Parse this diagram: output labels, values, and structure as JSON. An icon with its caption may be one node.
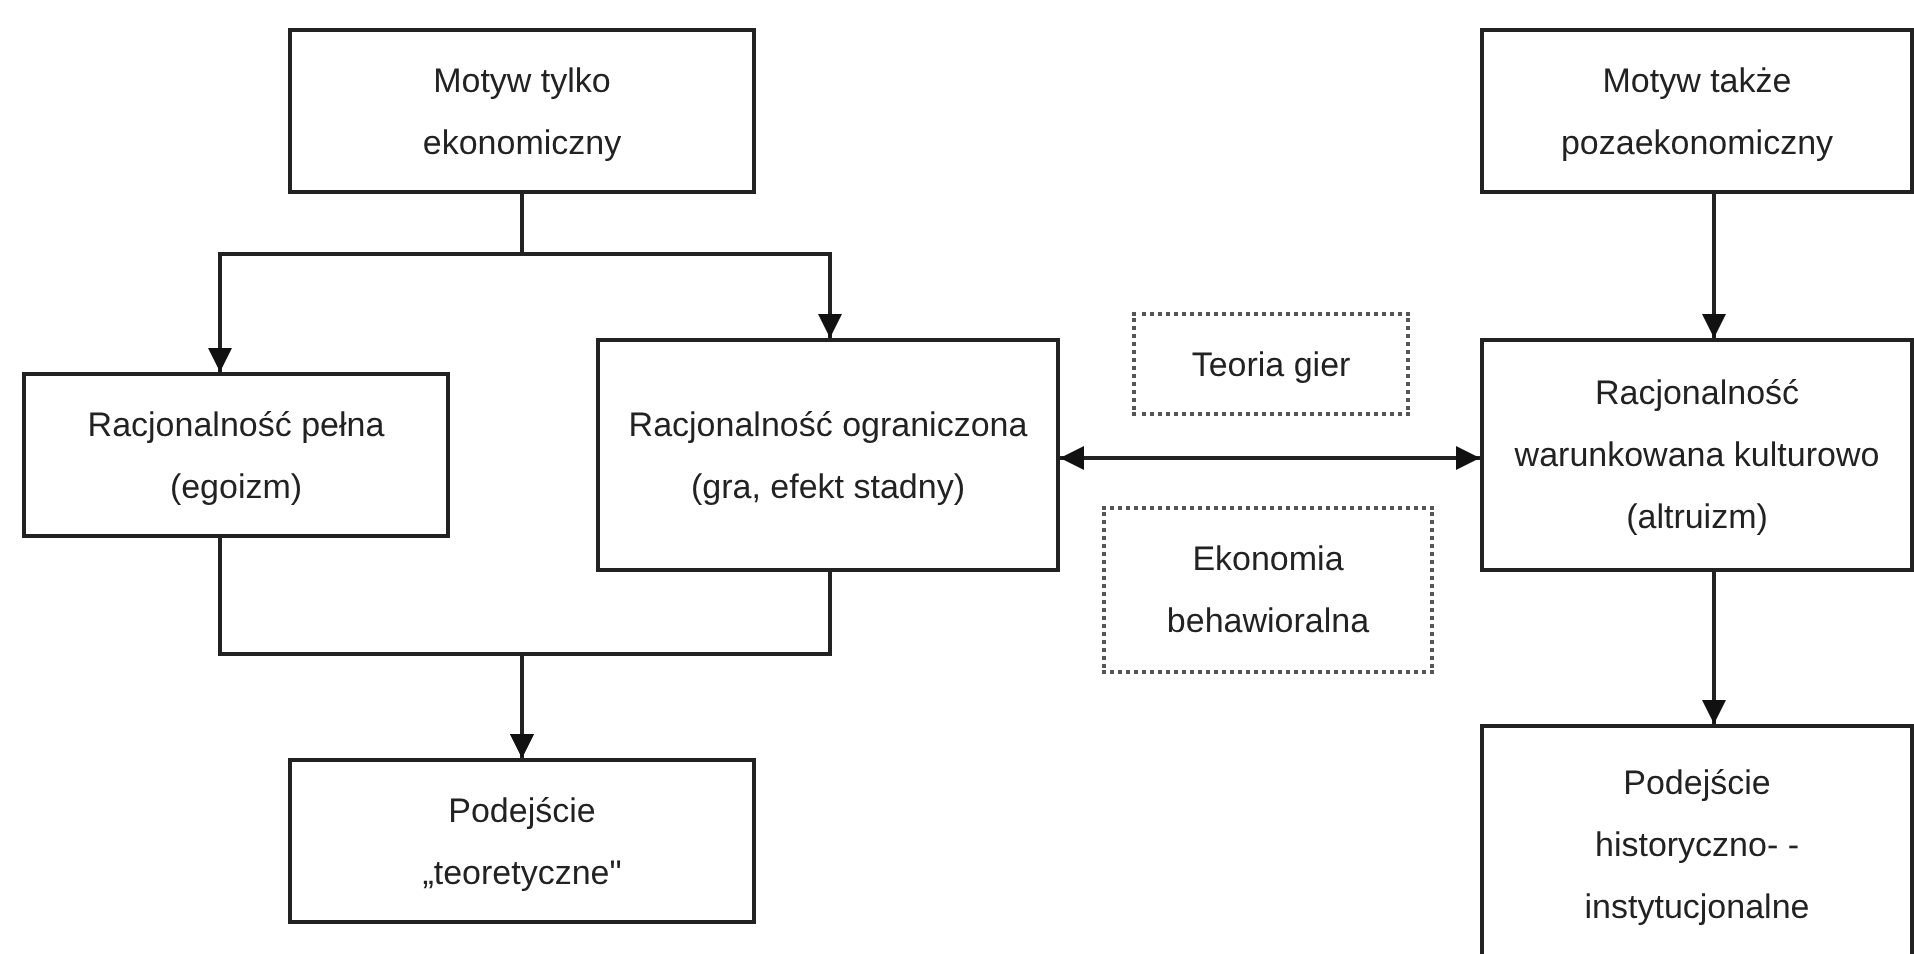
{
  "diagram": {
    "nodes": [
      {
        "text": [
          "Motyw tylko ekonomiczny"
        ]
      },
      {
        "text": [
          "Racjonalność pełna (egoizm)"
        ]
      },
      {
        "text": [
          "Racjonalność ograniczona (gra, efekt stadny)"
        ]
      },
      {
        "text": [
          "Podejście „teoretyczne\""
        ]
      },
      {
        "text": [
          "Motyw także pozaekonomiczny"
        ]
      },
      {
        "text": [
          "Teoria gier"
        ]
      },
      {
        "text": [
          "Ekonomia behawioralna"
        ]
      },
      {
        "text": [
          "Racjonalność warunkowana kulturowo (altruizm)"
        ]
      },
      {
        "text": [
          "Podejście historyczno- -instytucjonalne"
        ]
      }
    ],
    "edges": [
      {
        "from": 0,
        "to": 1,
        "arrow": "to"
      },
      {
        "from": 0,
        "to": 2,
        "arrow": "to"
      },
      {
        "from": 1,
        "to": 3,
        "arrow": "to"
      },
      {
        "from": 2,
        "to": 3,
        "arrow": "to"
      },
      {
        "from": 4,
        "to": 7,
        "arrow": "to"
      },
      {
        "from": 2,
        "to": 7,
        "arrow": "both"
      },
      {
        "from": 7,
        "to": 8,
        "arrow": "to"
      }
    ]
  }
}
